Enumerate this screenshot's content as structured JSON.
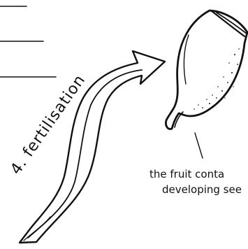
{
  "stage_label": "4. fertilisation",
  "caption": {
    "line1": "the fruit conta",
    "line2": "developing see"
  },
  "colors": {
    "ink": "#111111",
    "background": "#ffffff"
  }
}
